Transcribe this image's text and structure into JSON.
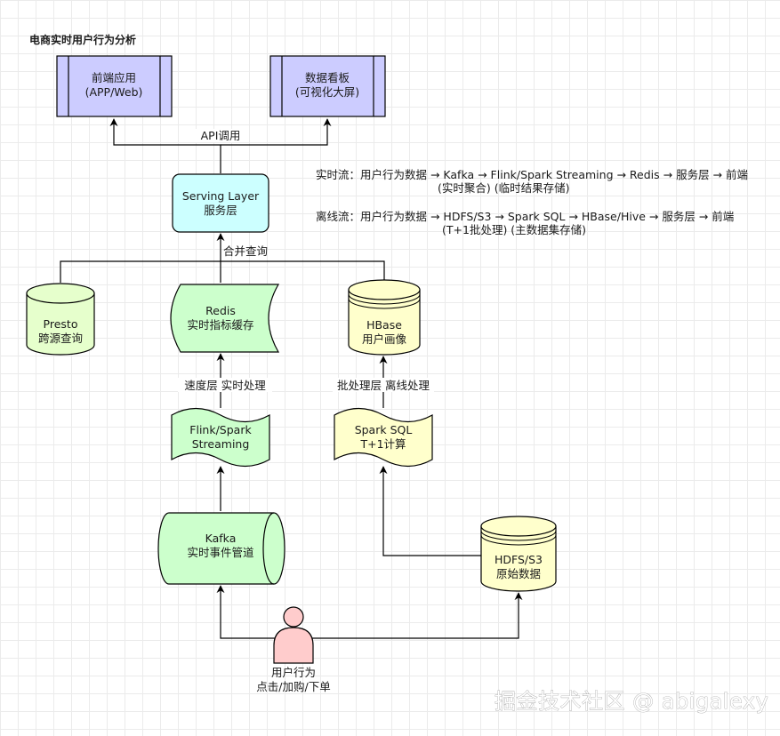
{
  "title": "电商实时用户行为分析",
  "nodes": {
    "frontend": {
      "line1": "前端应用",
      "line2": "(APP/Web)"
    },
    "dashboard": {
      "line1": "数据看板",
      "line2": "(可视化大屏)"
    },
    "serving": {
      "line1": "Serving Layer",
      "line2": "服务层"
    },
    "presto": {
      "line1": "Presto",
      "line2": "跨源查询"
    },
    "redis": {
      "line1": "Redis",
      "line2": "实时指标缓存"
    },
    "hbase": {
      "line1": "HBase",
      "line2": "用户画像"
    },
    "flink": {
      "line1": "Flink/Spark",
      "line2": "Streaming"
    },
    "sparksql": {
      "line1": "Spark SQL",
      "line2": "T+1计算"
    },
    "kafka": {
      "line1": "Kafka",
      "line2": "实时事件管道"
    },
    "hdfs": {
      "line1": "HDFS/S3",
      "line2": "原始数据"
    },
    "user": {
      "line1": "用户行为",
      "line2": "点击/加购/下单"
    }
  },
  "edge_labels": {
    "api": "API调用",
    "merge": "合并查询",
    "speed": "速度层  实时处理",
    "batch": "批处理层  离线处理"
  },
  "notes": {
    "realtime_line1": "实时流：用户行为数据 → Kafka → Flink/Spark Streaming → Redis → 服务层 → 前端",
    "realtime_line2": "(实时聚合)      (临时结果存储)",
    "offline_line1": "离线流：用户行为数据 → HDFS/S3 → Spark SQL → HBase/Hive → 服务层 → 前端",
    "offline_line2": "(T+1批处理)  (主数据集存储)"
  },
  "watermark": "掘金技术社区 @ abigalexy",
  "colors": {
    "process_purple": "#ccccff",
    "serving_cyan": "#ccffff",
    "green": "#ccffcc",
    "db_green": "#e6ffcc",
    "yellow": "#ffffcc",
    "actor_pink": "#ffcccc"
  }
}
